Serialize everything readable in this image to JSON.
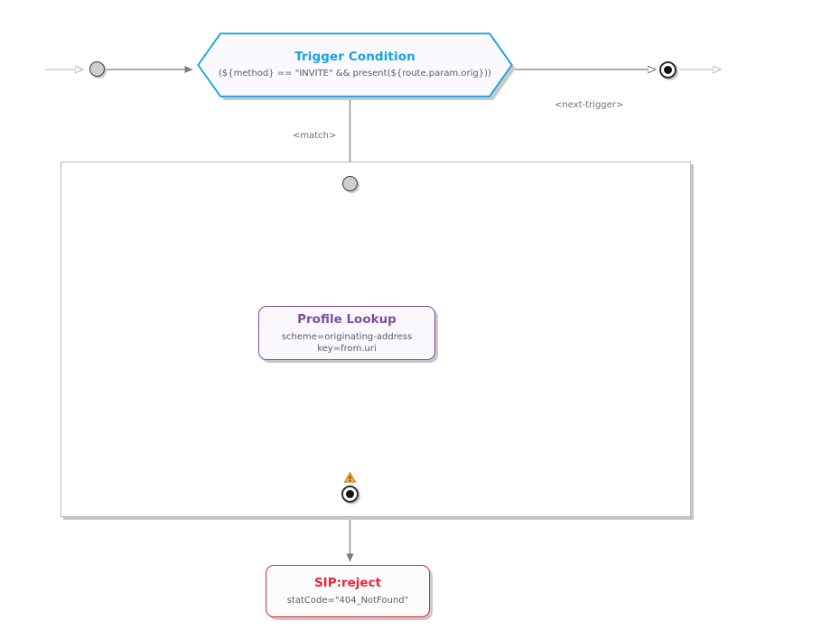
{
  "diagram": {
    "type": "routing-flow",
    "background": "#ffffff",
    "colors": {
      "trigger_accent": "#12a5e0",
      "profile_accent": "#7a4fa3",
      "reject_accent": "#e8243c",
      "edge": "#7a7a80",
      "frame_border": "#b9b9bf",
      "shadow": "#c6c6c6",
      "warning": "#f0a21e",
      "subtext": "#5b5b63",
      "node_fill_trigger": "#fbf9fe",
      "node_fill_profile": "#fbf8fd",
      "node_fill_reject": "#fdfcfc"
    }
  },
  "nodes": {
    "trigger": {
      "shape": "hexagon",
      "title": "Trigger Condition",
      "expression": "(${method} == \"INVITE\" && present(${route.param.orig}))"
    },
    "profile_lookup": {
      "shape": "rounded-rect",
      "title": "Profile Lookup",
      "param_scheme": "scheme=originating-address",
      "param_key": "key=from.uri"
    },
    "sip_reject": {
      "shape": "rounded-rect",
      "title": "SIP:reject",
      "param_statcode": "statCode=\"404_NotFound\""
    },
    "start_left": {
      "shape": "circle",
      "kind": "start-node"
    },
    "start_mid": {
      "shape": "circle",
      "kind": "start-node"
    },
    "end_right": {
      "shape": "double-circle",
      "kind": "end-node"
    },
    "end_mid": {
      "shape": "double-circle",
      "kind": "end-node",
      "has_warning": true
    }
  },
  "edges": {
    "match_label": "<match>",
    "next_trigger_label": "<next-trigger>"
  },
  "container": {
    "title": ""
  }
}
